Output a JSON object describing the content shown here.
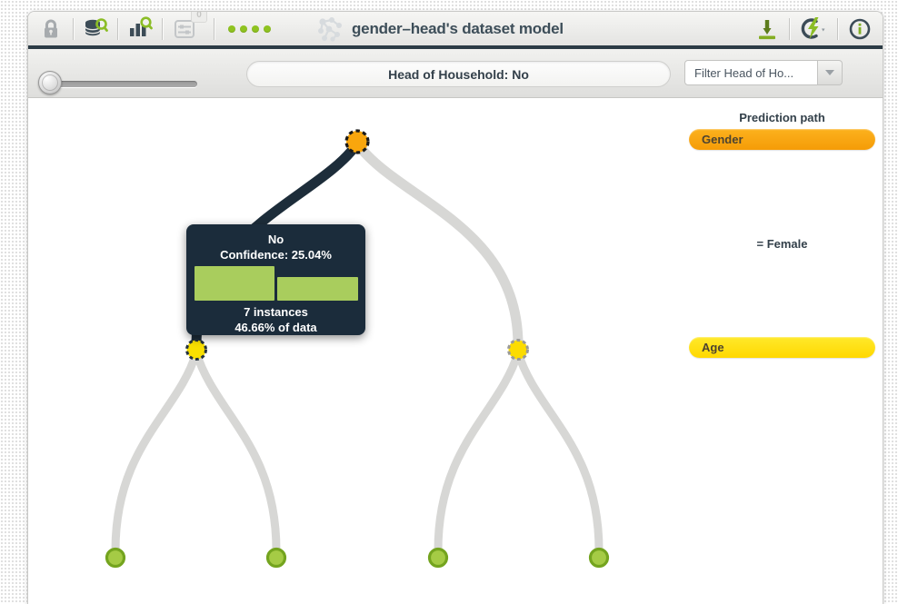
{
  "app": {
    "title": "gender–head's dataset model"
  },
  "toolbar": {
    "filter_badge": "0",
    "icon_names": [
      "lock",
      "dataset-search",
      "chart-search",
      "filter-config",
      "green-dots",
      "download",
      "actions",
      "info"
    ]
  },
  "controls": {
    "prediction_output": "Head of Household: No",
    "filter_dropdown_label": "Filter Head of Ho..."
  },
  "tooltip": {
    "prediction": "No",
    "confidence": "Confidence: 25.04%",
    "instances": "7 instances",
    "data_percent": "46.66% of data",
    "histogram": {
      "color": "#a9cd5d",
      "bars": [
        {
          "height": 38
        },
        {
          "height": 26
        }
      ]
    }
  },
  "legend": {
    "title": "Prediction path",
    "gender_label": "Gender",
    "gender_value": "= Female",
    "age_label": "Age",
    "gender_color": "#f7a21b",
    "age_color": "#ffdf00"
  },
  "tree_colors": {
    "selected_branch": "#1d2d3a",
    "branch_gray": "#d7d7d5",
    "root_orange": "#f9a60d",
    "split_yellow": "#f8df00",
    "leaf_green_fill": "#a5cb45",
    "leaf_green_border": "#74a41f"
  }
}
